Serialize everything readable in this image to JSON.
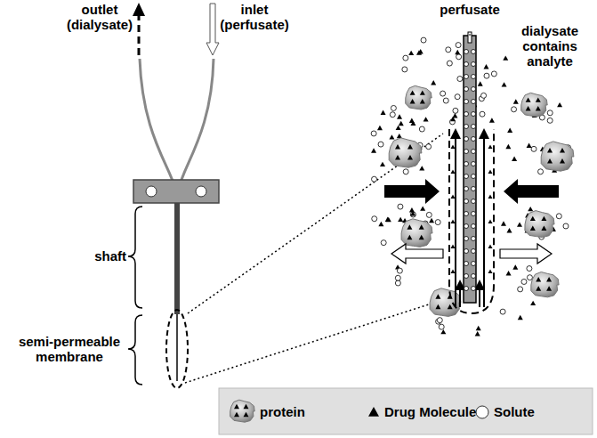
{
  "diagram": {
    "labels": [
      "outlet (dialysate)",
      "inlet (perfusate)",
      "shaft",
      "semi-permeable membrane",
      "perfusate",
      "dialysate contains analyte"
    ],
    "legend": [
      {
        "text": "protein"
      },
      {
        "text": "Drug Molecule"
      },
      {
        "text": "Solute"
      }
    ]
  }
}
